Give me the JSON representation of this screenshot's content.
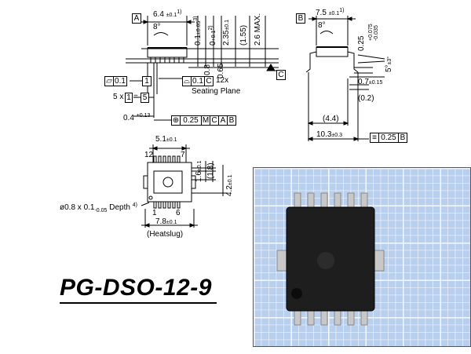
{
  "title": "PG-DSO-12-9",
  "side_view_a": {
    "view_label": "A",
    "angle": "8°",
    "width_dim": "6.4",
    "width_tol": "±0.1",
    "width_note": "1)",
    "dim_01": "0.1",
    "dim_01_tol": "±0.05",
    "dim_01_note": "3)",
    "dim_0": "0",
    "dim_0_tol": "+0.1",
    "dim_0_note": "2)",
    "dim_235": "2.35",
    "dim_235_tol": "±0.1",
    "dim_155": "(1.55)",
    "dim_26": "2.6 MAX.",
    "dim_08": "0.8",
    "dim_065": "0.65",
    "flatness_value": "0.1",
    "flatness_ref": "1",
    "coplanarity_value": "0.1",
    "coplanarity_ref": "C",
    "coplanarity_count": "12x",
    "seating_plane": "Seating Plane",
    "pitch_count": "5 x",
    "pitch_box": "1",
    "pitch_eq": "=",
    "pitch_value": "5",
    "lead_width": "0.4",
    "lead_width_tol": "+0.13",
    "position_value": "0.25",
    "position_m": "M",
    "datum_c": "C",
    "datum_a": "A",
    "datum_b": "B",
    "datum_c_label": "C"
  },
  "side_view_b": {
    "view_label": "B",
    "angle": "8°",
    "width_dim": "7.5",
    "width_tol": "±0.1",
    "width_note": "1)",
    "dim_025": "0.25",
    "dim_025_tol_plus": "+0.075",
    "dim_025_tol_minus": "-0.035",
    "angle_5": "5°",
    "angle_5_tol": "±3°",
    "dim_07": "0.7",
    "dim_07_tol": "±0.15",
    "dim_02": "(0.2)",
    "dim_44": "(4.4)",
    "dim_103": "10.3",
    "dim_103_tol": "±0.3",
    "symmetry_value": "0.25",
    "symmetry_ref": "B"
  },
  "heatslug_view": {
    "dim_51": "5.1",
    "dim_51_tol": "±0.1",
    "pin_12": "12",
    "pin_7": "7",
    "pin_1": "1",
    "pin_6": "6",
    "dim_16": "1.6",
    "dim_16_tol": "±0.1",
    "dim_18": "(1.8)",
    "dim_42": "4.2",
    "dim_42_tol": "±0.1",
    "depth_note_prefix": "ø0.8 x 0.1",
    "depth_note_tol": "-0.05",
    "depth_note_suffix": "Depth",
    "depth_note_ref": "4)",
    "dim_78": "7.8",
    "dim_78_tol": "±0.1",
    "caption": "(Heatslug)"
  },
  "colors": {
    "grid_background": "#b9cfee",
    "package_body": "#1e1e1e",
    "lead_metal": "#c8c8c8"
  }
}
